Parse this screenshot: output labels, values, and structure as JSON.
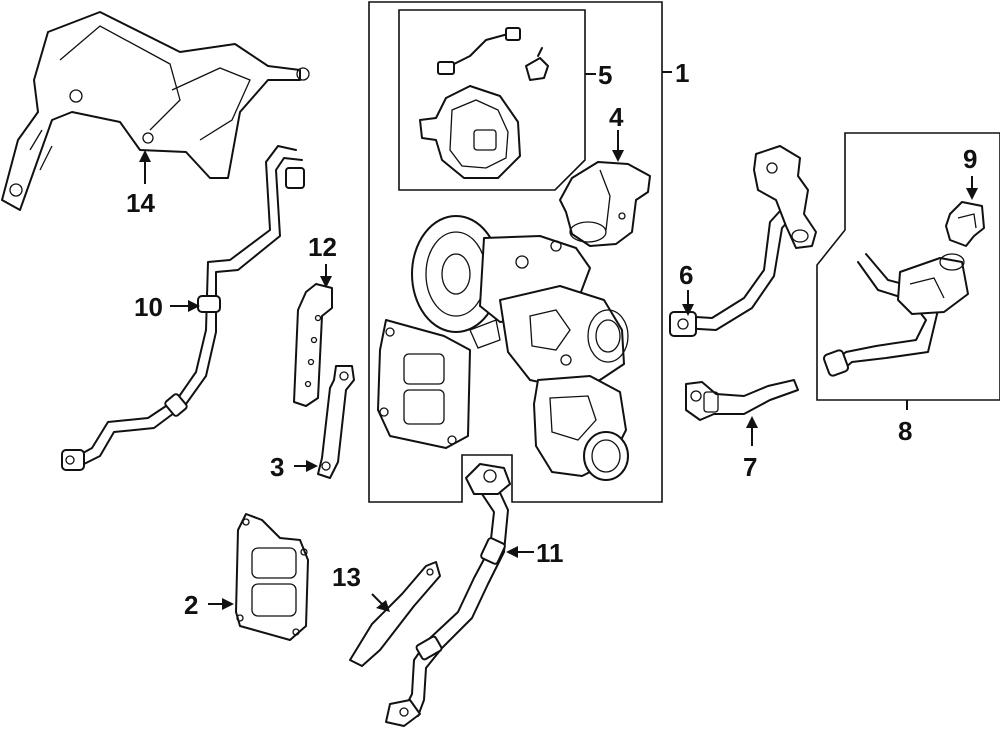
{
  "diagram": {
    "callouts": [
      {
        "id": "c1",
        "label": "1"
      },
      {
        "id": "c2",
        "label": "2"
      },
      {
        "id": "c3",
        "label": "3"
      },
      {
        "id": "c4",
        "label": "4"
      },
      {
        "id": "c5",
        "label": "5"
      },
      {
        "id": "c6",
        "label": "6"
      },
      {
        "id": "c7",
        "label": "7"
      },
      {
        "id": "c8",
        "label": "8"
      },
      {
        "id": "c9",
        "label": "9"
      },
      {
        "id": "c10",
        "label": "10"
      },
      {
        "id": "c11",
        "label": "11"
      },
      {
        "id": "c12",
        "label": "12"
      },
      {
        "id": "c13",
        "label": "13"
      },
      {
        "id": "c14",
        "label": "14"
      }
    ],
    "colors": {
      "line": "#111111",
      "background": "#ffffff"
    }
  }
}
